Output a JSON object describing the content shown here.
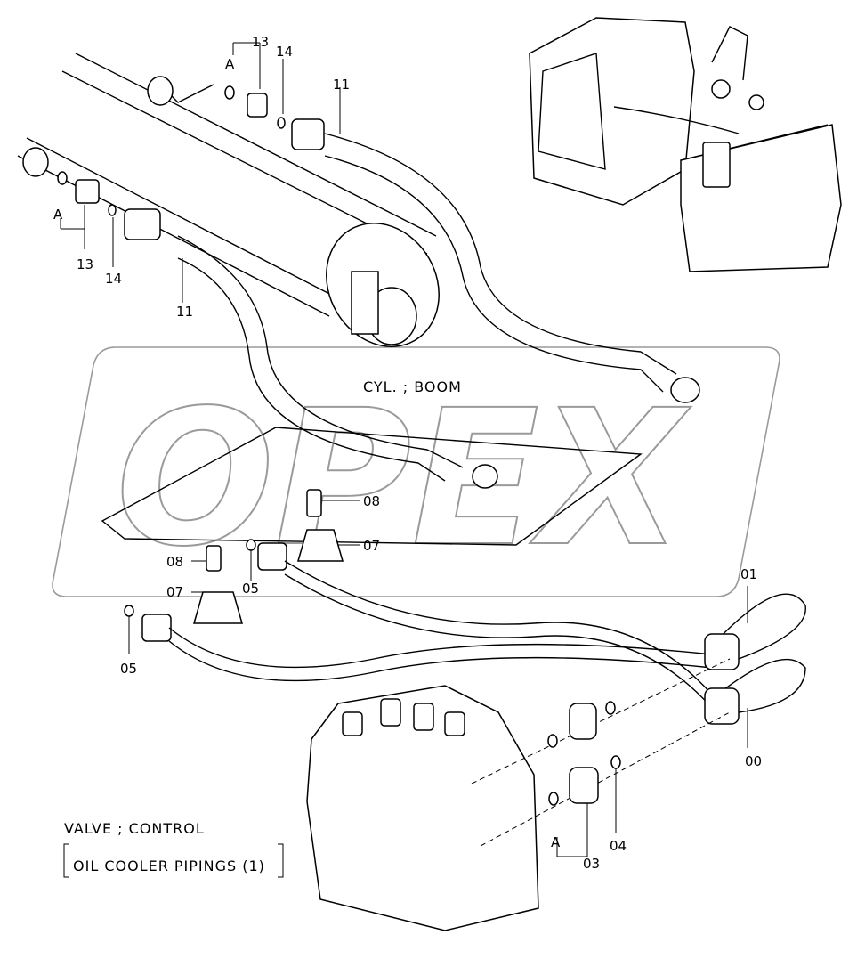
{
  "watermark": "OPEX",
  "captions": {
    "cylinder": "CYL. ; BOOM",
    "valve": "VALVE ; CONTROL",
    "title": "OIL  COOLER  PIPINGS (1)"
  },
  "part_labels": {
    "p13_top": "13",
    "a_top": "A",
    "p14_top": "14",
    "p11_top": "11",
    "a_left": "A",
    "p13_left": "13",
    "p14_left": "14",
    "p11_left": "11",
    "p08_upper": "08",
    "p07_upper": "07",
    "p08_lower": "08",
    "p05_mid": "05",
    "p07_lower": "07",
    "p05_left": "05",
    "p01": "01",
    "p00": "00",
    "a_bottom": "A",
    "p03": "03",
    "p04": "04"
  }
}
